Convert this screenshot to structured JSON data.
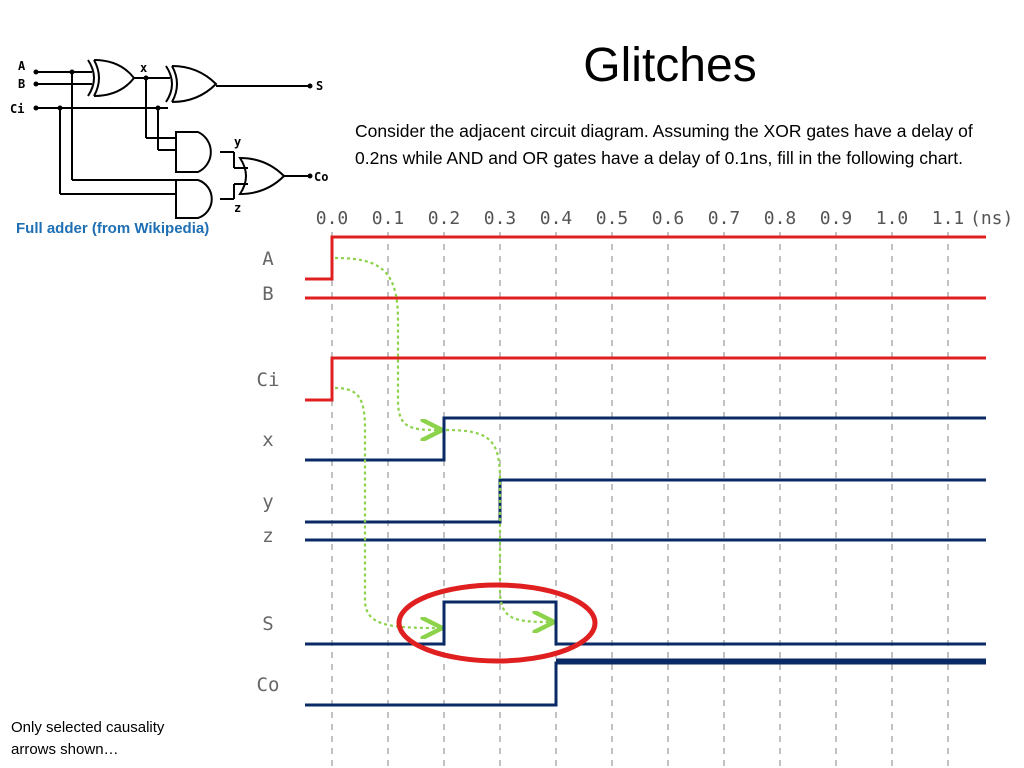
{
  "title": "Glitches",
  "description": "Consider the adjacent circuit diagram. Assuming the XOR gates have a delay of 0.2ns while AND and OR gates have a delay of 0.1ns, fill in the following chart.",
  "circuit": {
    "caption": "Full adder (from Wikipedia)",
    "labels": {
      "a": "A",
      "b": "B",
      "ci": "Ci",
      "s": "S",
      "co": "Co",
      "x": "x",
      "y": "y",
      "z": "z"
    }
  },
  "timing": {
    "tick_labels": [
      "0.0",
      "0.1",
      "0.2",
      "0.3",
      "0.4",
      "0.5",
      "0.6",
      "0.7",
      "0.8",
      "0.9",
      "1.0",
      "1.1"
    ],
    "unit_label": "(ns)",
    "signals": [
      {
        "name": "A",
        "color": "#e02020",
        "transitions": [
          [
            0.0,
            0
          ],
          [
            0.0,
            1
          ]
        ]
      },
      {
        "name": "B",
        "color": "#e02020",
        "transitions": [
          [
            0.0,
            1
          ]
        ]
      },
      {
        "name": "Ci",
        "color": "#e02020",
        "transitions": [
          [
            0.0,
            0
          ],
          [
            0.0,
            1
          ]
        ]
      },
      {
        "name": "x",
        "color": "#0a2a66",
        "transitions": [
          [
            0.0,
            0
          ],
          [
            0.2,
            1
          ]
        ]
      },
      {
        "name": "y",
        "color": "#0a2a66",
        "transitions": [
          [
            0.0,
            0
          ],
          [
            0.3,
            1
          ]
        ]
      },
      {
        "name": "z",
        "color": "#0a2a66",
        "transitions": [
          [
            0.0,
            1
          ]
        ]
      },
      {
        "name": "S",
        "color": "#0a2a66",
        "transitions": [
          [
            0.0,
            0
          ],
          [
            0.2,
            1
          ],
          [
            0.4,
            0
          ]
        ]
      },
      {
        "name": "Co",
        "color": "#0a2a66",
        "transitions": [
          [
            0.0,
            0
          ],
          [
            0.4,
            1
          ]
        ]
      }
    ],
    "highlight_color": "#e02020",
    "arrow_color": "#8cd24a"
  },
  "note": "Only selected causality arrows shown…"
}
